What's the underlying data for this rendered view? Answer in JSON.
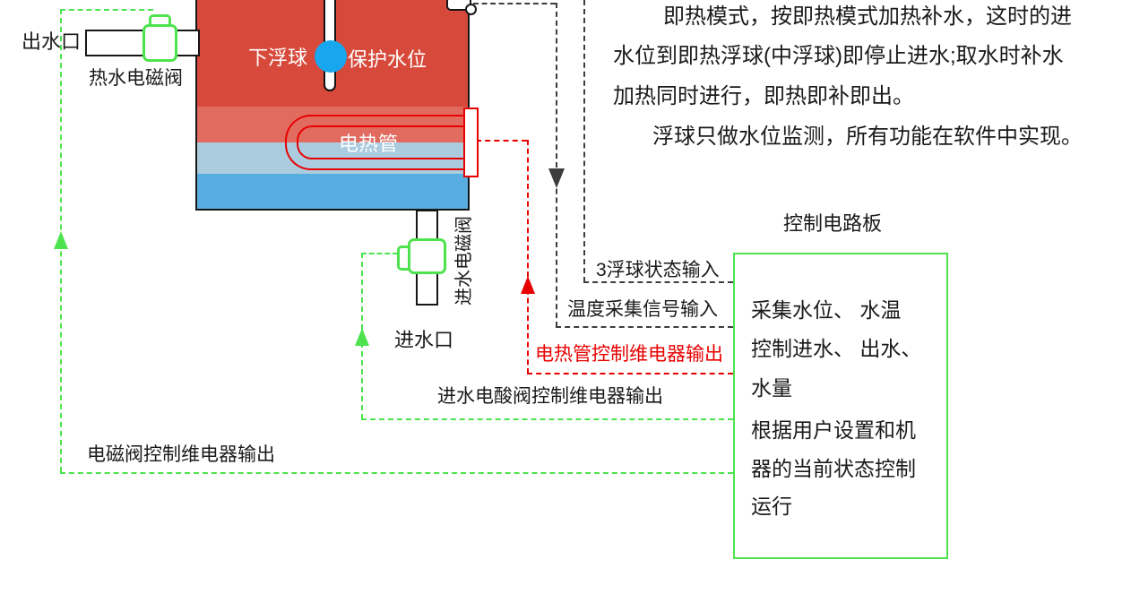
{
  "colors": {
    "green": "#4ee34e",
    "red": "#e80000",
    "dashblack": "#3d3d3d",
    "tank_hot": "#d7493b",
    "tank_warm": "#e26b60",
    "tank_cool": "#abcbdf",
    "tank_cold": "#58ade0",
    "ball": "#18a7ee"
  },
  "note": {
    "lines": [
      "即热模式，按即热模式加热补水，这时的进",
      "水位到即热浮球(中浮球)即停止进水;取水时补水",
      "加热同时进行，即热即补即出。",
      "浮球只做水位监测，所有功能在软件中实现。"
    ]
  },
  "tank": {
    "lower_float_label": "下浮球",
    "protection_level_label": "保护水位",
    "heater_label": "电热管"
  },
  "outlet": {
    "port_label": "出水口",
    "valve_label": "热水电磁阀"
  },
  "inlet": {
    "port_label": "进水口",
    "valve_label": "进水电磁阀"
  },
  "connections": {
    "float_input": "3浮球状态输入",
    "temp_input": "温度采集信号输入",
    "heater_output": "电热管控制维电器输出",
    "inlet_valve_output": "进水电酸阀控制维电器输出",
    "valve_output": "电磁阀控制维电器输出"
  },
  "board": {
    "title": "控制电路板",
    "lines": [
      "采集水位、 水温",
      "控制进水、 出水、",
      "水量",
      "根据用户设置和机",
      "器的当前状态控制",
      "运行"
    ]
  }
}
